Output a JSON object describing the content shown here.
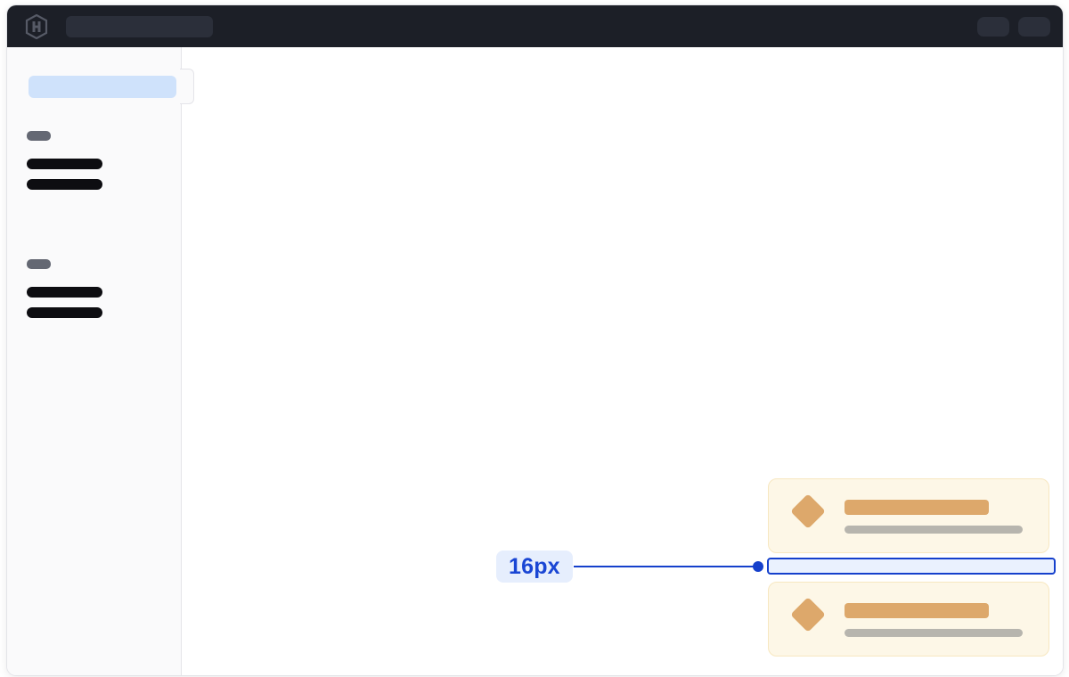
{
  "window": {
    "title": "",
    "topbar": {
      "logo_icon": "hashicorp-hexagon-logo-icon",
      "search_placeholder": "",
      "search_value": "",
      "right_chips": [
        {
          "name": "topbar-chip-1",
          "label": ""
        },
        {
          "name": "topbar-chip-2",
          "label": ""
        }
      ]
    }
  },
  "sidebar": {
    "collapse_handle_icon": "sidebar-collapse-handle-icon",
    "selected_item": {
      "label": "",
      "state": "selected"
    },
    "groups": [
      {
        "label": "",
        "items": [
          {
            "label": ""
          },
          {
            "label": ""
          }
        ]
      },
      {
        "label": "",
        "items": [
          {
            "label": ""
          },
          {
            "label": ""
          }
        ]
      }
    ]
  },
  "main": {
    "cards": [
      {
        "icon": "diamond-icon",
        "title": "",
        "subtitle": ""
      },
      {
        "icon": "diamond-icon",
        "title": "",
        "subtitle": ""
      }
    ],
    "measurement": {
      "value": "16px",
      "unit": "px",
      "amount": 16,
      "type": "vertical-gap",
      "between": "card-top and card-bottom",
      "label_text_color": "#1a46d4",
      "label_bg_color": "#e6eefd",
      "line_color": "#1540cc",
      "highlight_fill_color": "#eaf1fe",
      "highlight_border_color": "#1540cc"
    }
  },
  "colors": {
    "topbar_bg": "#1c1f27",
    "topbar_field": "#2b2f3a",
    "sidebar_bg": "#fafafb",
    "sidebar_border": "#e4e4e9",
    "nav_selected_bg": "#cfe2fb",
    "nav_item_bar": "#0d0d11",
    "nav_group_label": "#646873",
    "canvas_bg": "#ffffff",
    "card_bg": "#fdf7e7",
    "card_border": "#f7e7c0",
    "card_accent": "#dda86b",
    "card_muted": "#b7b5ae",
    "measure_blue": "#1540cc"
  }
}
